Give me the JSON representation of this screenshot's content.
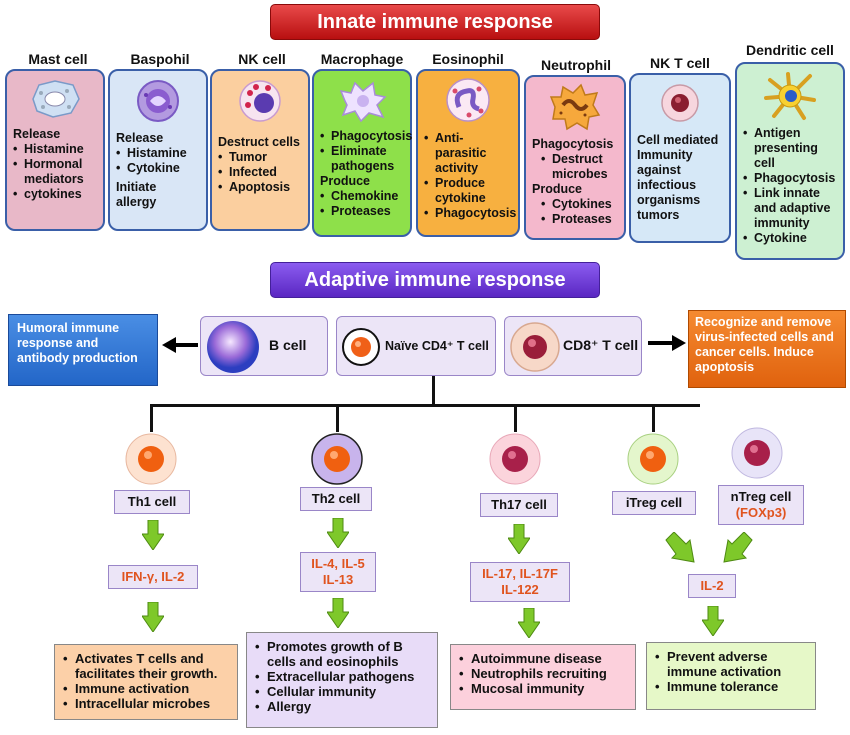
{
  "innate": {
    "title": "Innate immune response",
    "cells": [
      {
        "name": "Mast cell",
        "lines": [
          {
            "t": "Release",
            "b": false
          },
          {
            "t": "Histamine",
            "b": true
          },
          {
            "t": "Hormonal mediators",
            "b": true
          },
          {
            "t": "cytokines",
            "b": true
          }
        ]
      },
      {
        "name": "Baspohil",
        "lines": [
          {
            "t": "Release",
            "b": false
          },
          {
            "t": "Histamine",
            "b": true
          },
          {
            "t": "Cytokine",
            "b": true
          },
          {
            "t": "Initiate allergy",
            "b": false
          }
        ]
      },
      {
        "name": "NK cell",
        "lines": [
          {
            "t": "Destruct cells",
            "b": false
          },
          {
            "t": "Tumor",
            "b": true
          },
          {
            "t": "Infected",
            "b": true
          },
          {
            "t": "Apoptosis",
            "b": true
          }
        ]
      },
      {
        "name": "Macrophage",
        "lines": [
          {
            "t": "Phagocytosis",
            "b": true
          },
          {
            "t": "Eliminate pathogens",
            "b": true
          },
          {
            "t": "Produce",
            "b": false
          },
          {
            "t": "Chemokine",
            "b": true
          },
          {
            "t": "Proteases",
            "b": true
          }
        ]
      },
      {
        "name": "Eosinophil",
        "lines": [
          {
            "t": "Anti-parasitic activity",
            "b": true
          },
          {
            "t": "Produce cytokine",
            "b": true
          },
          {
            "t": "Phagocytosis",
            "b": true
          }
        ]
      },
      {
        "name": "Neutrophil",
        "lines": [
          {
            "t": "Phagocytosis",
            "b": false
          },
          {
            "t": "Destruct microbes",
            "b": true,
            "sub": true
          },
          {
            "t": "Produce",
            "b": false
          },
          {
            "t": "Cytokines",
            "b": true,
            "sub": true
          },
          {
            "t": "Proteases",
            "b": true,
            "sub": true
          }
        ]
      },
      {
        "name": "NK T cell",
        "lines": [
          {
            "t": "Cell mediated Immunity against infectious organisms tumors",
            "b": false
          }
        ]
      },
      {
        "name": "Dendritic cell",
        "lines": [
          {
            "t": "Antigen presenting cell",
            "b": true
          },
          {
            "t": "Phagocytosis",
            "b": true
          },
          {
            "t": "Link innate and adaptive immunity",
            "b": true
          },
          {
            "t": "Cytokine",
            "b": true
          }
        ]
      }
    ]
  },
  "adaptive": {
    "title": "Adaptive immune response",
    "humoral": "Humoral immune response  and antibody production",
    "bcell": "B cell",
    "naive": "Naïve CD4⁺ T cell",
    "cd8": "CD8⁺ T cell",
    "cd8_effect": "Recognize and remove virus-infected cells and cancer cells. Induce apoptosis",
    "subsets": {
      "th1": {
        "name": "Th1 cell",
        "cytokines": "IFN-γ, IL-2",
        "effects": [
          "Activates T cells and facilitates their growth.",
          "Immune activation",
          "Intracellular microbes"
        ]
      },
      "th2": {
        "name": "Th2 cell",
        "cytokines": "IL-4, IL-5 IL-13",
        "effects": [
          "Promotes growth of B cells and eosinophils",
          "Extracellular pathogens",
          "Cellular immunity",
          "Allergy"
        ]
      },
      "th17": {
        "name": "Th17 cell",
        "cytokines": "IL-17, IL-17F IL-122",
        "effects": [
          "Autoimmune disease",
          "Neutrophils recruiting",
          "Mucosal immunity"
        ]
      },
      "itreg": {
        "name": "iTreg cell"
      },
      "ntreg": {
        "name": "nTreg cell",
        "marker": "(FOXp3)"
      },
      "treg": {
        "cytokines": "IL-2",
        "effects": [
          "Prevent adverse immune activation",
          "Immune tolerance"
        ]
      }
    }
  },
  "colors": {
    "card_borders": "#3a5fa8",
    "mast": "#e8b8c8",
    "basophil": "#d9e6f6",
    "nk": "#fbcf9f",
    "macrophage": "#8ee04a",
    "eosinophil": "#f7b040",
    "neutrophil": "#f4b8cc",
    "nkt": "#d6e8f7",
    "dendritic": "#cdf0d2",
    "cytokine_text": "#e0541f"
  }
}
